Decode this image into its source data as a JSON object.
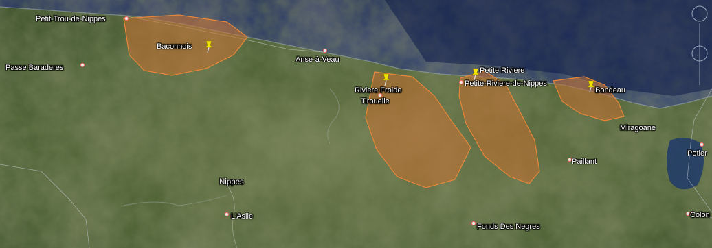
{
  "places": [
    {
      "name": "Petit-Trou-de-Nippes"
    },
    {
      "name": "Baconnois"
    },
    {
      "name": "Passe Baraderes"
    },
    {
      "name": "Anse-à-Veau"
    },
    {
      "name": "Riviere Froide"
    },
    {
      "name": "Tirouelle"
    },
    {
      "name": "Petite Riviere"
    },
    {
      "name": "Petite-Riviere-de-Nippes"
    },
    {
      "name": "Bondeau"
    },
    {
      "name": "Miragoane"
    },
    {
      "name": "Potier"
    },
    {
      "name": "Paillant"
    },
    {
      "name": "Nippes"
    },
    {
      "name": "L'Asile"
    },
    {
      "name": "Fonds Des Negres"
    },
    {
      "name": "Colon"
    }
  ],
  "colors": {
    "sea": "#1d2f63",
    "land": "#3f5a2a",
    "polygon_fill": "#c8702f",
    "polygon_stroke": "#e8873a",
    "pin": "#f3e500"
  },
  "icons": [
    "pushpin-icon",
    "place-dot-icon",
    "navigation-control-icon"
  ]
}
